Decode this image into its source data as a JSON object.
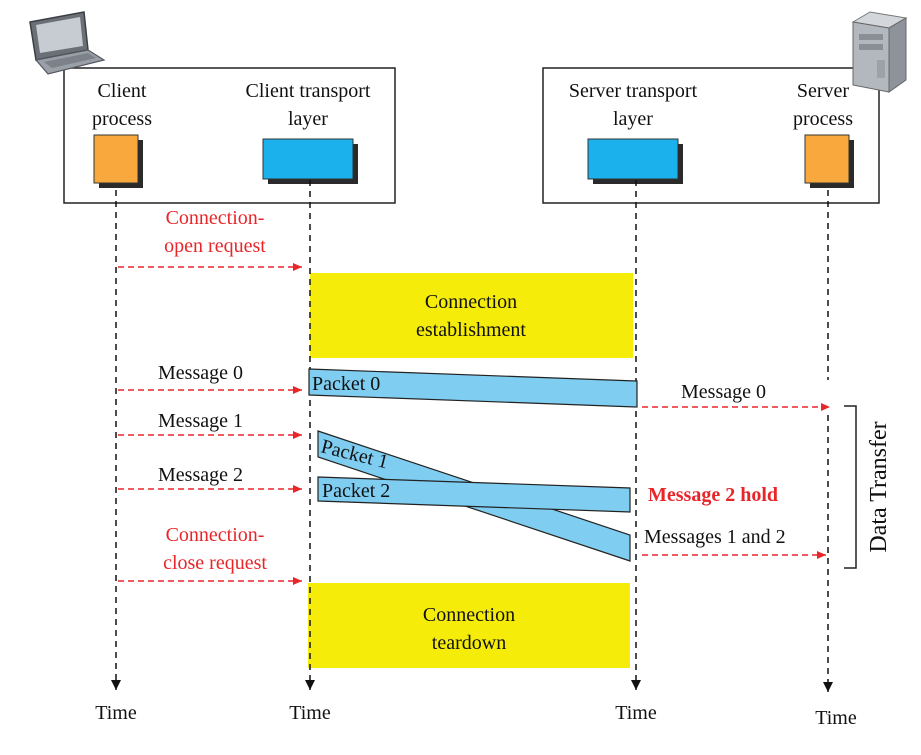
{
  "entities": {
    "client_process": {
      "line1": "Client",
      "line2": "process"
    },
    "client_transport": {
      "line1": "Client transport",
      "line2": "layer"
    },
    "server_transport": {
      "line1": "Server transport",
      "line2": "layer"
    },
    "server_process": {
      "line1": "Server",
      "line2": "process"
    }
  },
  "time_label": "Time",
  "requests": {
    "open": {
      "line1": "Connection-",
      "line2": "open request"
    },
    "close": {
      "line1": "Connection-",
      "line2": "close request"
    }
  },
  "phases": {
    "establishment": {
      "line1": "Connection",
      "line2": "establishment"
    },
    "teardown": {
      "line1": "Connection",
      "line2": "teardown"
    }
  },
  "client_messages": [
    "Message  0",
    "Message  1",
    "Message  2"
  ],
  "packets": [
    "Packet 0",
    "Packet 1",
    "Packet 2"
  ],
  "server_messages": {
    "m0": "Message  0",
    "hold": "Message 2 hold",
    "m12": "Messages 1 and 2"
  },
  "bracket_label": "Data Transfer",
  "icons": {
    "client": "laptop-icon",
    "server": "server-tower-icon"
  },
  "colors": {
    "process": "#f9a83d",
    "transport": "#1ab1ec",
    "packet": "#7fcdf0",
    "phase": "#f6ec0a",
    "arrow": "#e8262a"
  }
}
